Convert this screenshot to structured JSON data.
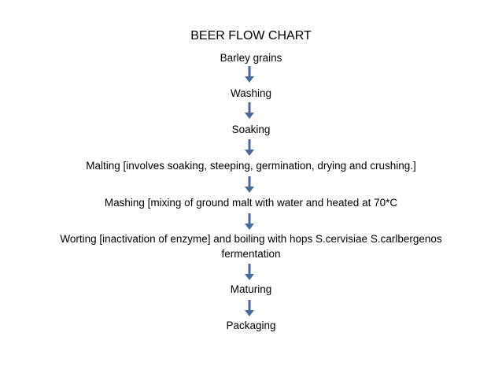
{
  "title": "BEER FLOW CHART",
  "steps": [
    {
      "label": "Barley grains"
    },
    {
      "label": "Washing"
    },
    {
      "label": "Soaking"
    },
    {
      "label": "Malting [involves soaking, steeping, germination, drying and crushing.]"
    },
    {
      "label": "Mashing [mixing of ground malt with water and heated at 70*C"
    },
    {
      "label": "Worting [inactivation of enzyme] and boiling with hops S.cervisiae S.carlbergenos",
      "label2": "fermentation"
    },
    {
      "label": "Maturing"
    },
    {
      "label": "Packaging"
    }
  ],
  "colors": {
    "arrow": "#4a6a9a",
    "text": "#000000",
    "background": "#ffffff"
  }
}
